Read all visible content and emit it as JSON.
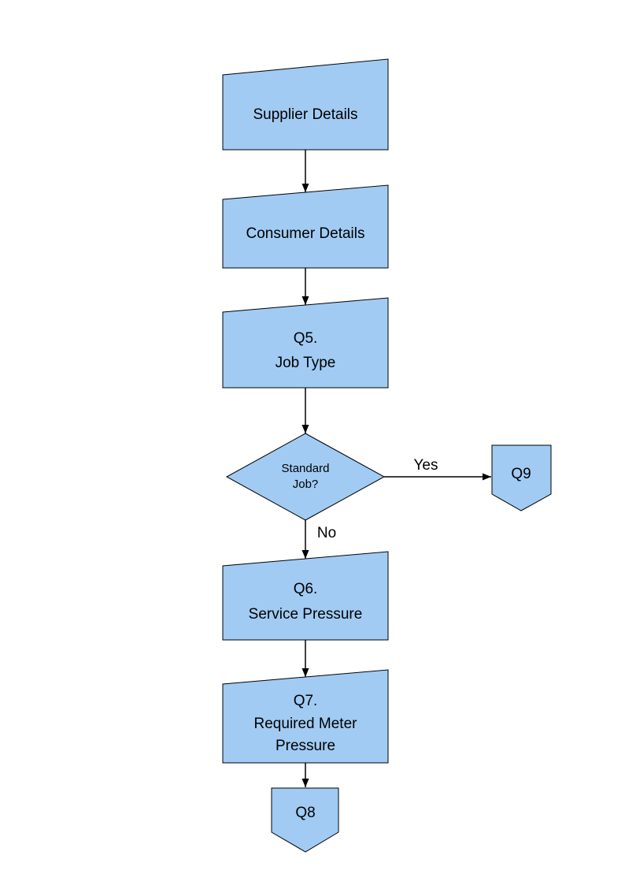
{
  "diagram": {
    "colors": {
      "shape_fill": "#A1CBF3",
      "shape_stroke": "#000000",
      "background": "#FFFFFF"
    },
    "nodes": {
      "supplier": {
        "label": "Supplier Details"
      },
      "consumer": {
        "label": "Consumer Details"
      },
      "q5": {
        "line1": "Q5.",
        "line2": "Job Type"
      },
      "decision": {
        "line1": "Standard",
        "line2": "Job?"
      },
      "q9": {
        "label": "Q9"
      },
      "q6": {
        "line1": "Q6.",
        "line2": "Service Pressure"
      },
      "q7": {
        "line1": "Q7.",
        "line2": "Required Meter",
        "line3": "Pressure"
      },
      "q8": {
        "label": "Q8"
      }
    },
    "edge_labels": {
      "yes": "Yes",
      "no": "No"
    }
  }
}
